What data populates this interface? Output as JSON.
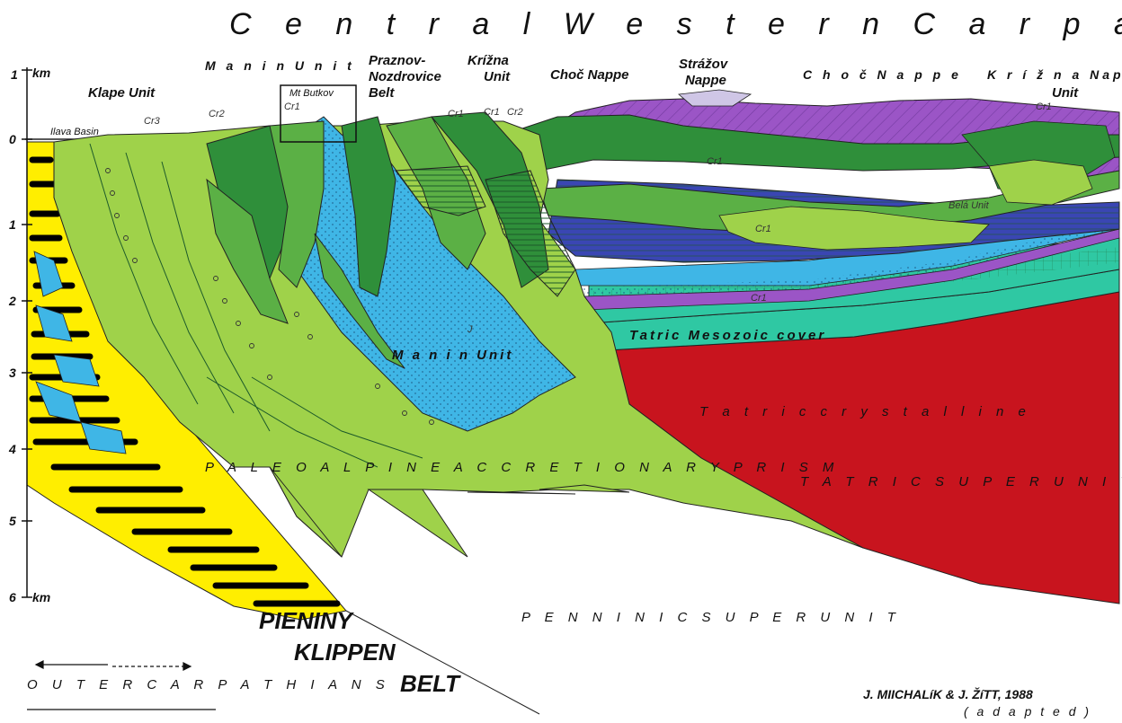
{
  "title": "C e n t r a l   W e s t e r n   C a r p a t h i a n s",
  "units": {
    "manin_top": "M a n i n   U n i t",
    "klape": "Klape Unit",
    "mt_butkov": "Mt Butkov",
    "praznov_1": "Praznov-",
    "praznov_2": "Nozdrovice",
    "praznov_3": "Belt",
    "krizna_top_1": "Krížna",
    "krizna_top_2": "Unit",
    "choc_left": "Choč Nappe",
    "strazov_1": "Strážov",
    "strazov_2": "Nappe",
    "choc_right": "C h o č   N a p p e",
    "krizna_right_1": "K r í ž n a   Nappe",
    "krizna_right_2": "Unit",
    "ilava": "Ilava Basin",
    "bela": "Belá Unit",
    "tatric_mesozoic": "Tatric Mesozoic cover",
    "manin_inner": "M a n i n  Unit",
    "tatric_crystalline": "T a t r i c   c r y s t a l l i n e",
    "prism": "P A L E O A L P I N E   A C C R E T I O N A R Y   P R I S M",
    "tatric_superunit": "T A T R I C   S U P E R U N I T",
    "penninic": "P E N N I N I C       S U P E R U N I T",
    "pieniny": "PIENINY",
    "klippen": "KLIPPEN",
    "belt": "BELT",
    "outer": "O U T E R   C A R P A T H I A N S"
  },
  "stratigraphy_marks": {
    "cr3": "Cr3",
    "cr2": "Cr2",
    "cr1": "Cr1",
    "j": "J"
  },
  "axis": {
    "km_top": "km",
    "km_bottom": "km",
    "ticks": [
      "1",
      "0",
      "1",
      "2",
      "3",
      "4",
      "5",
      "6"
    ]
  },
  "credit": {
    "authors": "J. MIICHALíK & J. ŽíTT, 1988",
    "note": "( a d a p t e d )"
  },
  "colors": {
    "prism_green": "#9fd24a",
    "dark_green": "#2f8f3a",
    "mid_green": "#5bb045",
    "blue": "#3fb6e6",
    "deep_blue": "#3a46b3",
    "purple": "#9b55c6",
    "teal": "#2fc8a3",
    "red": "#c8141e",
    "yellow": "#ffee00"
  }
}
